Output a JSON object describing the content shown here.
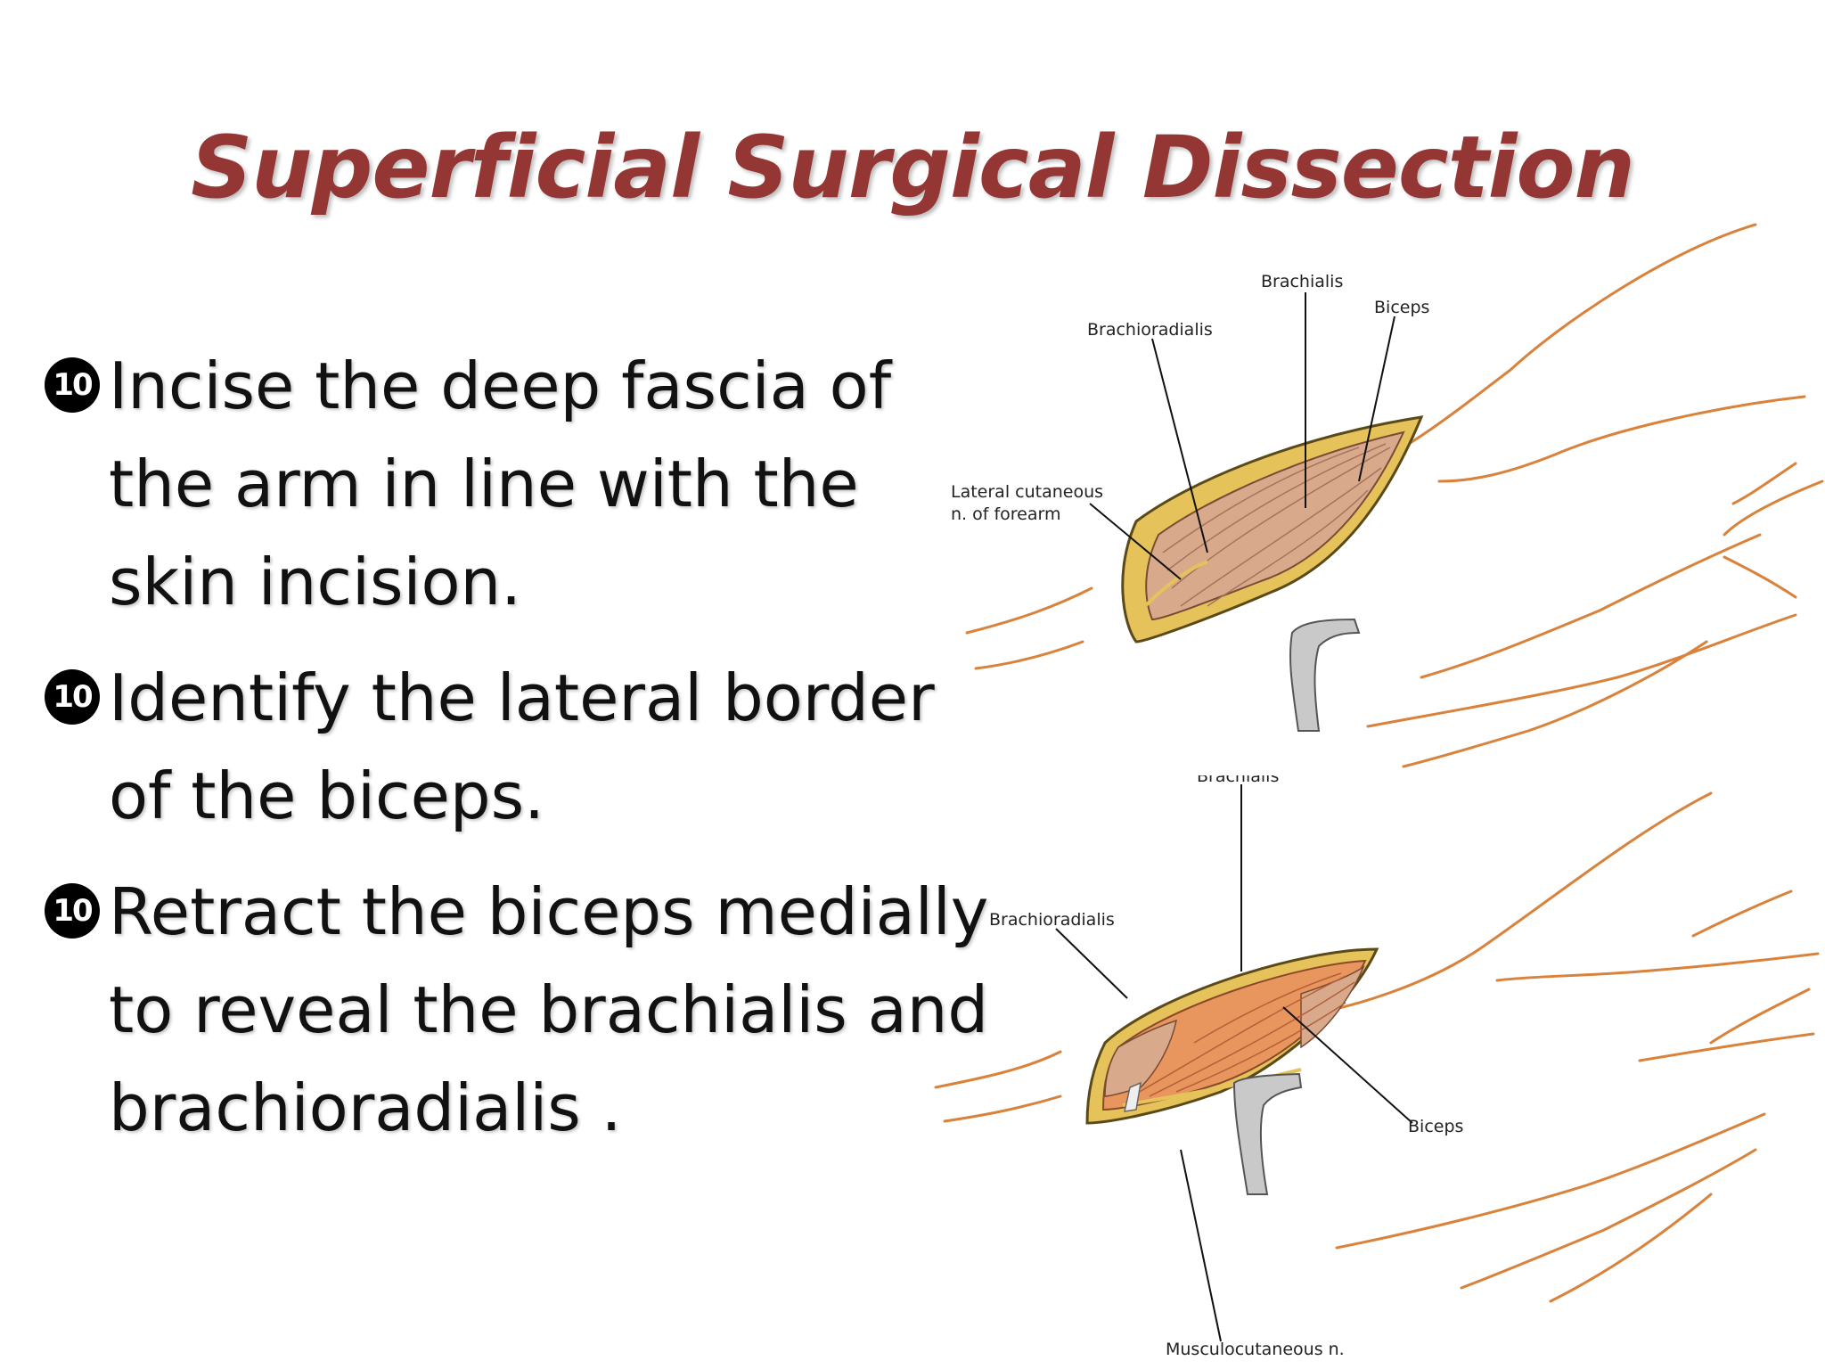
{
  "slide": {
    "title": "Superficial Surgical Dissection",
    "bullet_symbol": "10",
    "bullets": [
      "Incise the deep fascia of the arm in line with the skin incision.",
      "Identify the lateral border of the biceps.",
      "Retract the biceps medially to reveal the brachialis and brachioradialis ."
    ]
  },
  "figure_top": {
    "labels": {
      "brachialis": "Brachialis",
      "biceps": "Biceps",
      "brachioradialis": "Brachioradialis",
      "lateral_cutaneous_1": "Lateral cutaneous",
      "lateral_cutaneous_2": "n. of forearm"
    }
  },
  "figure_bottom": {
    "labels": {
      "brachialis": "Brachialis",
      "brachioradialis": "Brachioradialis",
      "biceps": "Biceps",
      "musculocutaneous": "Musculocutaneous n."
    }
  },
  "colors": {
    "title": "#943634",
    "outline": "#d9823b",
    "fat": "#e6c25a",
    "muscle": "#d9a98c",
    "muscle_deep": "#e8955e"
  }
}
